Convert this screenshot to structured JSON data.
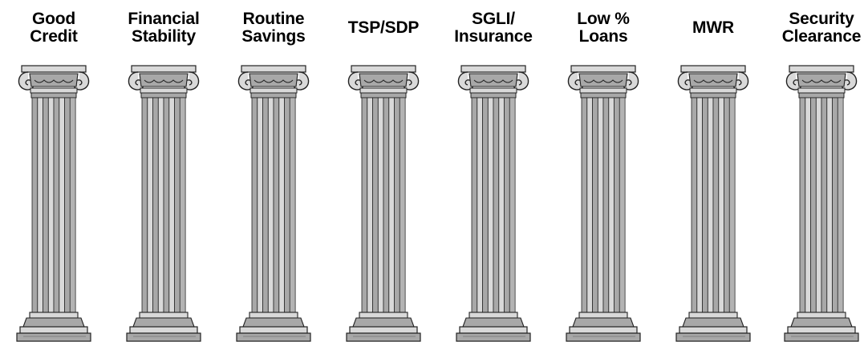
{
  "pillars": [
    {
      "lines": [
        "Good",
        "Credit"
      ]
    },
    {
      "lines": [
        "Financial",
        "Stability"
      ]
    },
    {
      "lines": [
        "Routine",
        "Savings"
      ]
    },
    {
      "lines": [
        "TSP/SDP"
      ]
    },
    {
      "lines": [
        "SGLI/",
        "Insurance"
      ]
    },
    {
      "lines": [
        "Low %",
        "Loans"
      ]
    },
    {
      "lines": [
        "MWR"
      ]
    },
    {
      "lines": [
        "Security",
        "Clearance"
      ]
    }
  ],
  "colors": {
    "text": "#000000",
    "column_light": "#d9d9d9",
    "column_mid": "#a8a8a8",
    "column_dark": "#6e6e6e",
    "outline": "#222222"
  }
}
